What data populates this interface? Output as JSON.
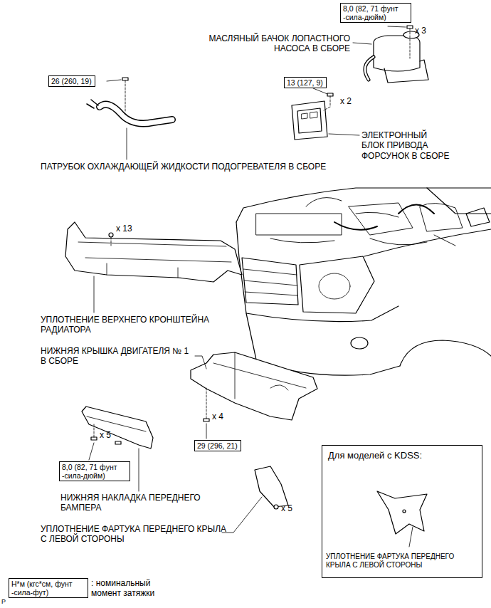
{
  "diagram": {
    "nodes": [
      {
        "text": [
          "8,0 (82, 71 фунт -сила-дюйм)"
        ]
      },
      {
        "text": [
          "26 (260, 19)"
        ]
      },
      {
        "text": [
          "13 (127, 9)"
        ]
      },
      {
        "text": [
          "29 (296, 21)"
        ]
      },
      {
        "text": [
          "8,0 (82, 71 фунт -сила-дюйм)"
        ]
      },
      {
        "text": [
          "Для моделей с KDSS:",
          "УПЛОТНЕНИЕ ФАРТУКА ПЕРЕДНЕГО КРЫЛА С ЛЕВОЙ СТОРОНЫ"
        ]
      },
      {
        "text": [
          "Н*м (кгс*см, фунт -сила-фут)"
        ]
      }
    ],
    "labels": [
      "МАСЛЯНЫЙ БАЧОК ЛОПАСТНОГО НАСОСА В СБОРЕ",
      "x 3",
      "x 2",
      "ЭЛЕКТРОННЫЙ БЛОК ПРИВОДА ФОРСУНОК В СБОРЕ",
      "ПАТРУБОК ОХЛАЖДАЮЩЕЙ ЖИДКОСТИ ПОДОГРЕВАТЕЛЯ В СБОРЕ",
      "x 13",
      "УПЛОТНЕНИЕ ВЕРХНЕГО КРОНШТЕЙНА РАДИАТОРА",
      "НИЖНЯЯ КРЫШКА ДВИГАТЕЛЯ № 1 В СБОРЕ",
      "x 4",
      "x 5",
      "НИЖНЯЯ НАКЛАДКА ПЕРЕДНЕГО БАМПЕРА",
      "x 5",
      "УПЛОТНЕНИЕ ФАРТУКА ПЕРЕДНЕГО КРЫЛА С ЛЕВОЙ СТОРОНЫ",
      ": номинальный момент затяжки",
      "P"
    ]
  }
}
